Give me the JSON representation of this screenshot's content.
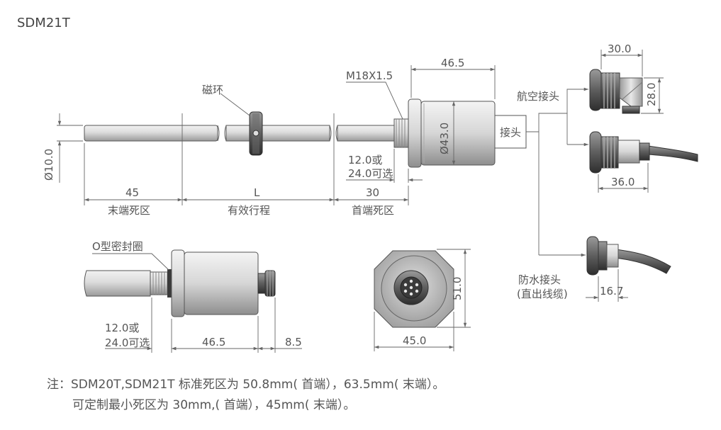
{
  "model": "SDM21T",
  "colors": {
    "line": "#666666",
    "text": "#555555",
    "metal_light": "#e6e6e6",
    "metal_mid": "#b8b8b8",
    "metal_dark": "#7a7a7a",
    "connector_dark": "#4a4a4a"
  },
  "main_view": {
    "magnet_ring_label": "磁环",
    "thread_label": "M18X1.5",
    "rod_diameter": "Ø10.0",
    "housing_diameter": "Ø43.0",
    "housing_length": "46.5",
    "thread_length_line1": "12.0或",
    "thread_length_line2": "24.0可选",
    "tail_dead_zone_value": "45",
    "tail_dead_zone_label": "末端死区",
    "stroke_value": "L",
    "stroke_label": "有效行程",
    "head_dead_zone_value": "30",
    "head_dead_zone_label": "首端死区",
    "connector_label": "接头",
    "aviation_connector_label": "航空接头",
    "right_angle_width": "30.0",
    "right_angle_height": "28.0",
    "straight_length": "36.0",
    "waterproof_label_line1": "防水接头",
    "waterproof_label_line2": "(直出线缆)",
    "waterproof_length": "16.7"
  },
  "side_view": {
    "o_ring_label": "O型密封圈",
    "thread_length_line1": "12.0或",
    "thread_length_line2": "24.0可选",
    "body_length": "46.5",
    "connector_length": "8.5"
  },
  "end_view": {
    "hex_width": "45.0",
    "hex_height": "51.0"
  },
  "notes": {
    "line1": "注：SDM20T,SDM21T 标准死区为 50.8mm( 首端），63.5mm( 末端）。",
    "line2": "可定制最小死区为 30mm,( 首端），45mm( 末端）。"
  }
}
